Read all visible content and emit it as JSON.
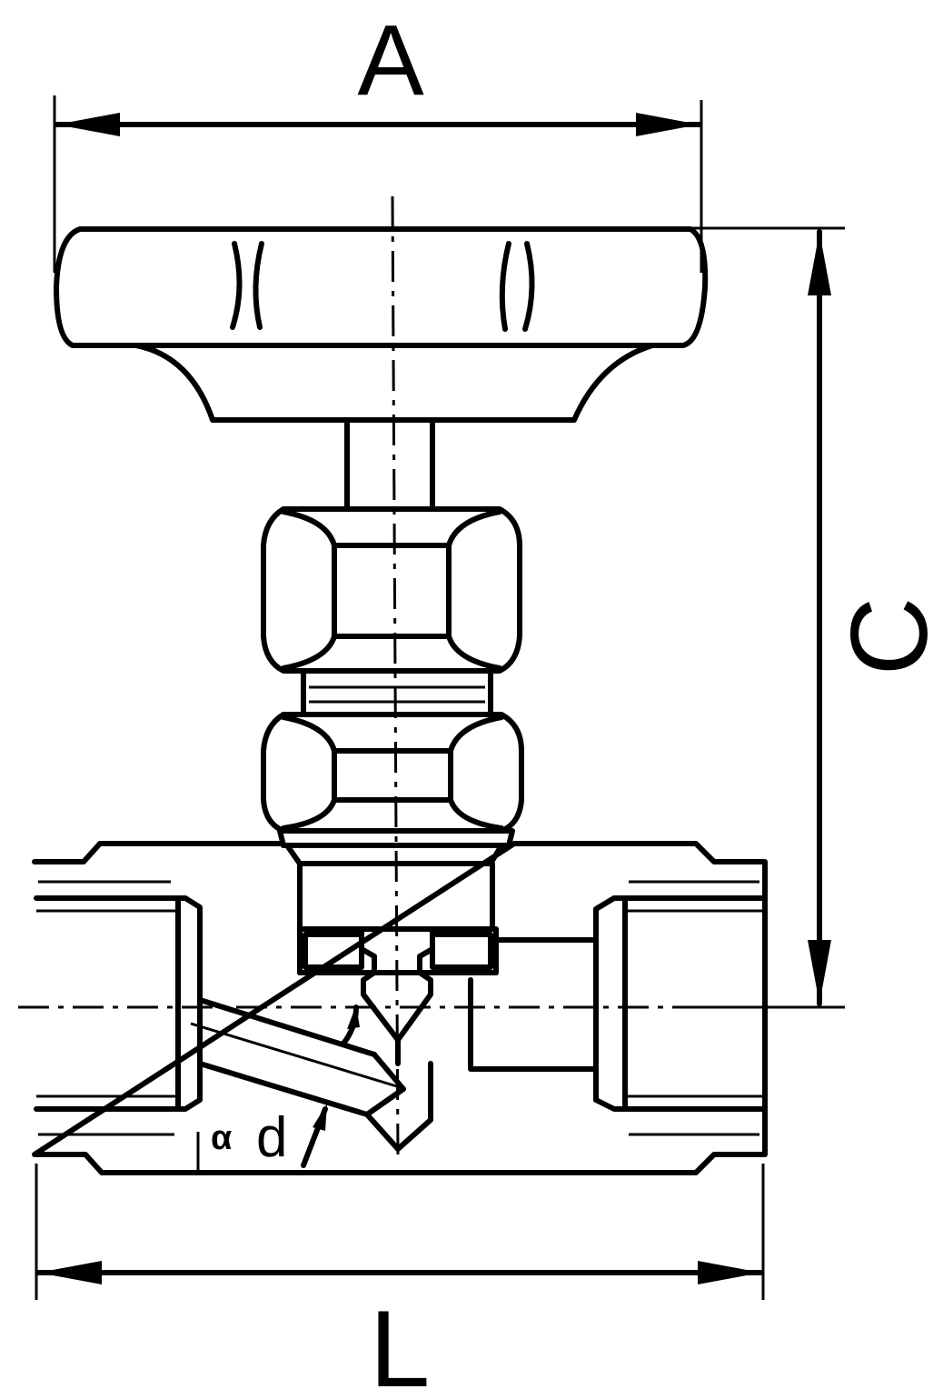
{
  "labels": {
    "A": "A",
    "C": "C",
    "L": "L",
    "alpha": "α",
    "d": "d"
  },
  "colors": {
    "stroke": "#000000",
    "background": "#ffffff"
  }
}
